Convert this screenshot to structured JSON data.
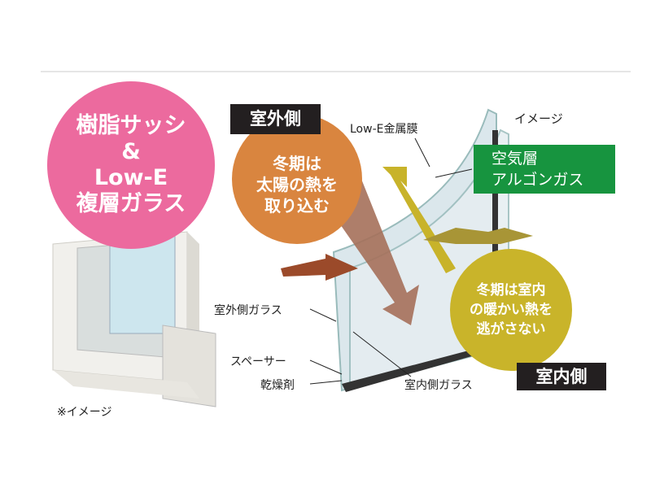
{
  "badge": {
    "lines": [
      "樹脂サッシ",
      "&",
      "Low-E",
      "複層ガラス"
    ]
  },
  "outdoor_label": "室外側",
  "indoor_label": "室内側",
  "image_note": "イメージ",
  "frame_note": "※イメージ",
  "orange_bubble": {
    "lines": [
      "冬期は",
      "太陽の熱を",
      "取り込む"
    ]
  },
  "yellow_bubble": {
    "lines": [
      "冬期は室内",
      "の暖かい熱を",
      "逃がさない"
    ]
  },
  "air_layer": {
    "lines": [
      "空気層",
      "アルゴンガス"
    ]
  },
  "parts": {
    "lowe": "Low-E金属膜",
    "outer_glass": "室外側ガラス",
    "spacer": "スペーサー",
    "desiccant": "乾燥剤",
    "inner_glass": "室内側ガラス"
  },
  "colors": {
    "pink": "#ec6a9e",
    "orange": "#d9853f",
    "yellow": "#c9b42a",
    "green": "#17943f"
  }
}
